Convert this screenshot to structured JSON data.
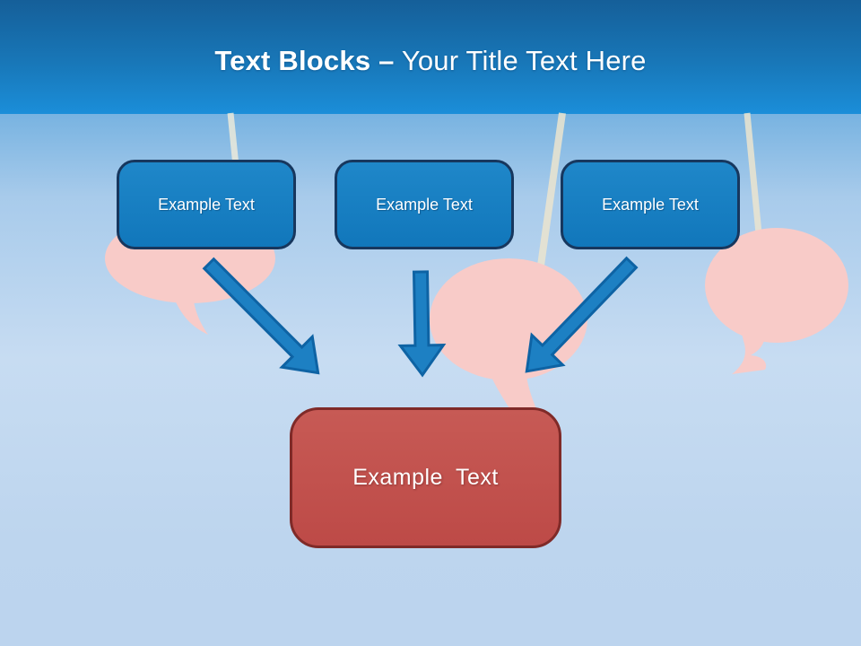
{
  "slide": {
    "title": {
      "bold": "Text Blocks",
      "dash": "–",
      "rest": "Your Title Text Here"
    },
    "boxes": [
      {
        "label": "Example Text"
      },
      {
        "label": "Example Text"
      },
      {
        "label": "Example Text"
      }
    ],
    "result_box": {
      "label": "Example Text"
    },
    "decor": {
      "icons": [
        "speech-bubble-icon",
        "arrow-connector",
        "hanging-string"
      ]
    },
    "colors": {
      "header_top": "#155f99",
      "header_bottom": "#1b8ed9",
      "sky_top": "#78b3e1",
      "sky_bottom": "#bcd4ee",
      "block_fill": "#1580c4",
      "block_border": "#17375e",
      "result_fill": "#c0504d",
      "result_border": "#7f2a28",
      "arrow_fill": "#1d80c3",
      "arrow_border": "#0e63a4",
      "bubble_pink": "#f8cbc8",
      "string_cream": "#ece5cf",
      "text": "#ffffff"
    }
  }
}
